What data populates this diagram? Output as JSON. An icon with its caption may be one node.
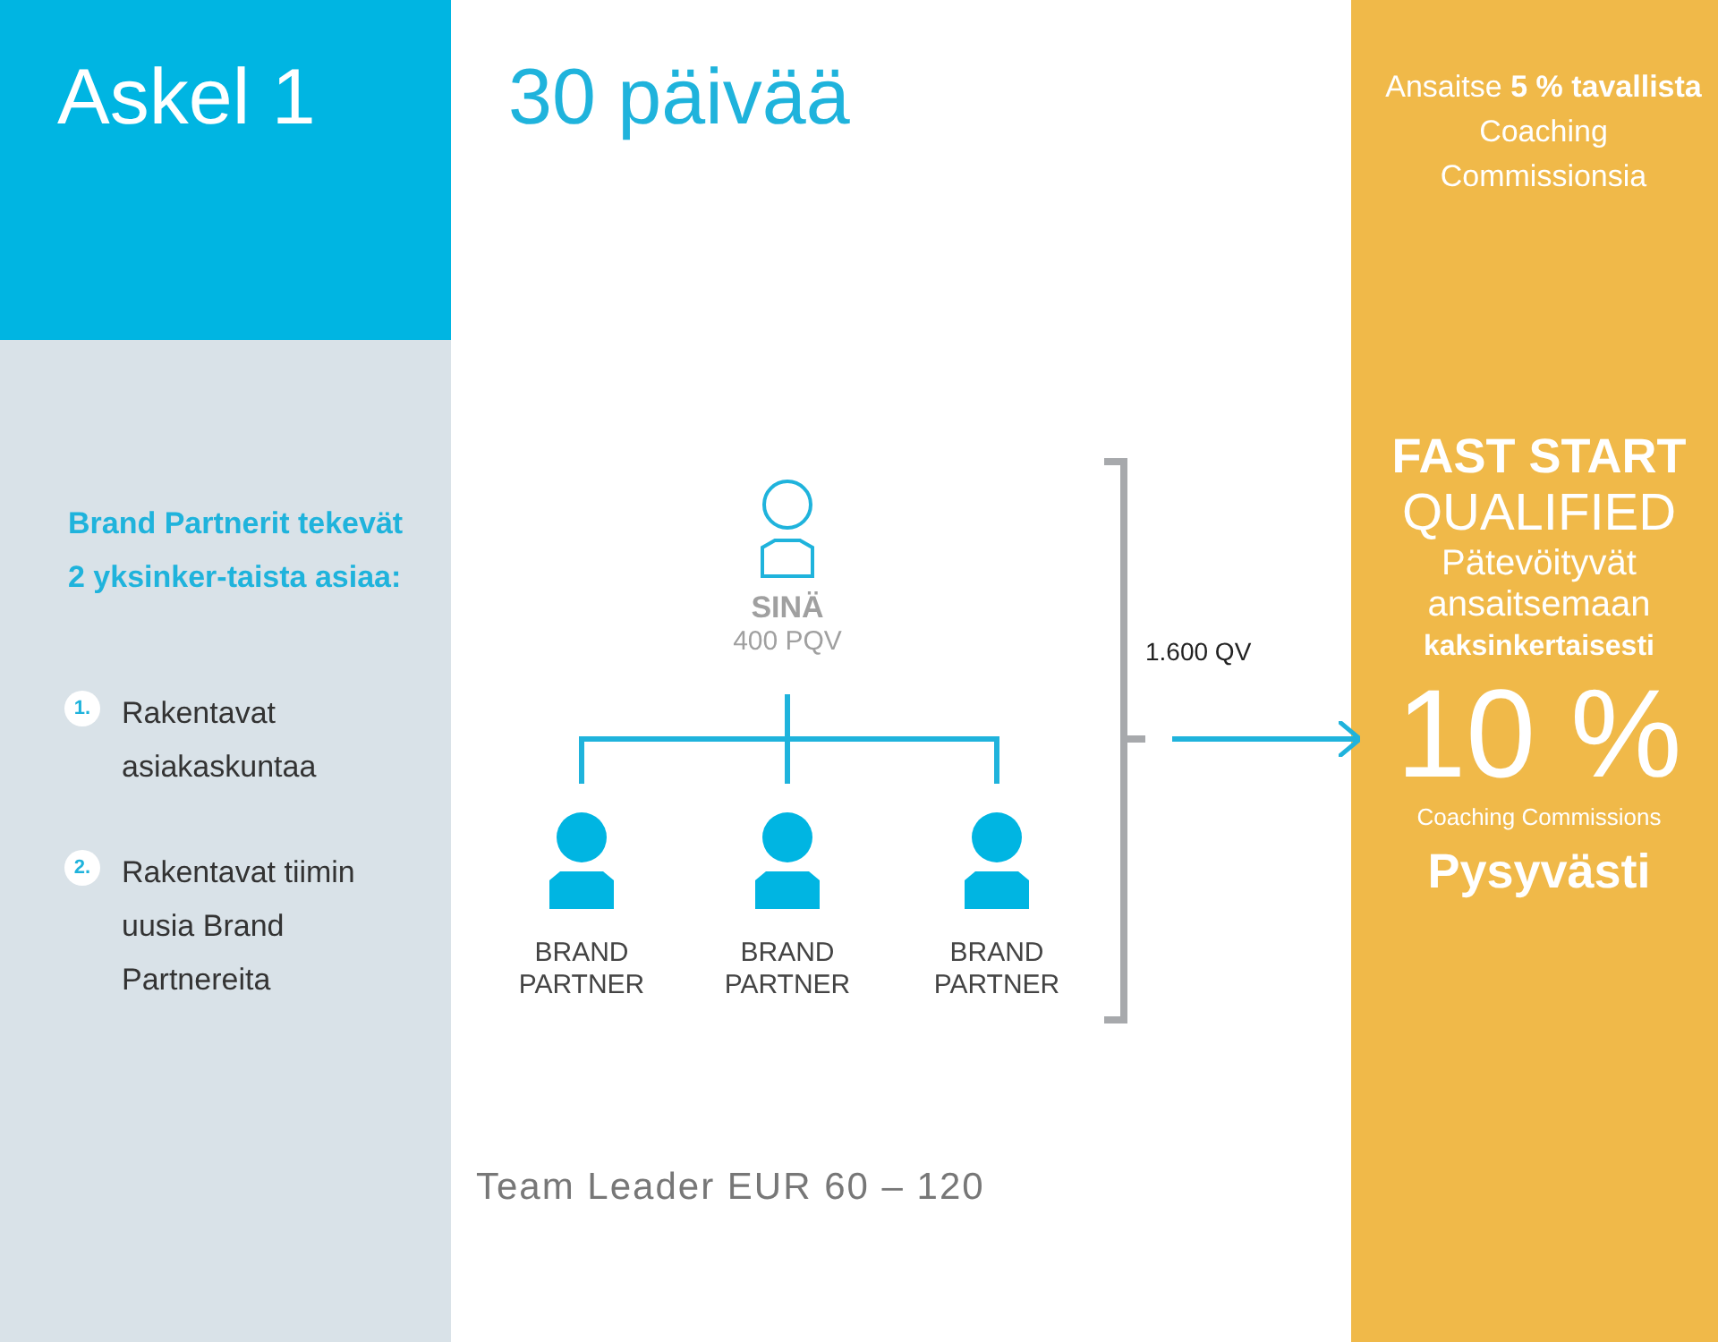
{
  "diagram": {
    "nodes": [
      {
        "text": [
          "SINÄ",
          "400 PQV"
        ]
      },
      {
        "text": [
          "BRAND PARTNER"
        ]
      },
      {
        "text": [
          "BRAND PARTNER"
        ]
      },
      {
        "text": [
          "BRAND PARTNER"
        ]
      },
      {
        "text": [
          "FAST START",
          "QUALIFIED",
          "Pätevöityvät ansaitsemaan",
          "kaksinkertaisesti",
          "10 %",
          "Coaching Commissions",
          "Pysyvästi"
        ]
      }
    ],
    "edges": [
      {
        "from": 0,
        "to": 1,
        "arrow": "none"
      },
      {
        "from": 0,
        "to": 2,
        "arrow": "none"
      },
      {
        "from": 0,
        "to": 3,
        "arrow": "none"
      },
      {
        "from": null,
        "to": 4,
        "arrow": "to"
      }
    ],
    "labels": [
      "Askel 1",
      "30 päivää",
      "Ansaitse **5 % tavallista** Coaching Commissionsia",
      "Brand Partnerit tekevät 2 yksinker-taista asiaa:",
      "1.",
      "Rakentavat asiakaskuntaa",
      "2.",
      "Rakentavat tiimin uusia Brand Partnereita",
      "1.600 QV",
      "Team Leader EUR 60 – 120"
    ]
  }
}
